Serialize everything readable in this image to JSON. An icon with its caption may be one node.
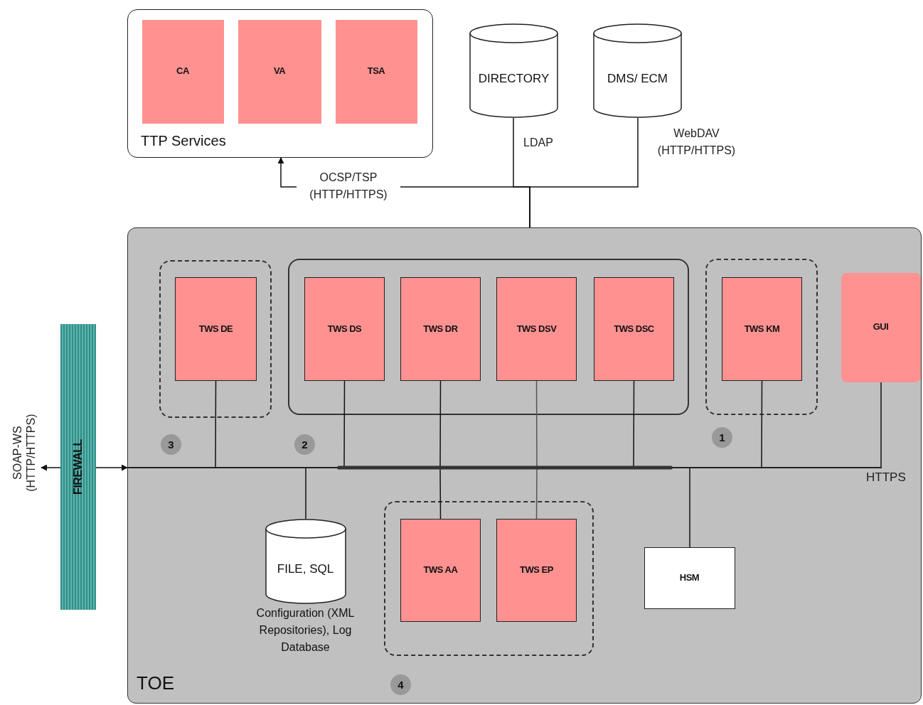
{
  "diagram": {
    "nodes": [
      {
        "text": [
          "TTP Services"
        ]
      },
      {
        "text": [
          "CA"
        ],
        "in": 0
      },
      {
        "text": [
          "VA"
        ],
        "in": 0
      },
      {
        "text": [
          "TSA"
        ],
        "in": 0
      },
      {
        "text": [
          "DIRECTORY"
        ]
      },
      {
        "text": [
          "DMS/ ECM"
        ]
      },
      {
        "text": [
          "TOE"
        ]
      },
      {
        "text": [],
        "shape": "box",
        "in": 6
      },
      {
        "text": [
          "TWS DE"
        ],
        "in": 7
      },
      {
        "text": [],
        "shape": "box",
        "in": 6
      },
      {
        "text": [
          "TWS DS"
        ],
        "in": 9
      },
      {
        "text": [
          "TWS DR"
        ],
        "in": 9
      },
      {
        "text": [
          "TWS DSV"
        ],
        "in": 9
      },
      {
        "text": [
          "TWS DSC"
        ],
        "in": 9
      },
      {
        "text": [],
        "shape": "box",
        "in": 6
      },
      {
        "text": [
          "TWS KM"
        ],
        "in": 14
      },
      {
        "text": [
          "GUI"
        ],
        "in": 6
      },
      {
        "text": [
          "FILE, SQL"
        ],
        "in": 6,
        "beside": [
          "Configuration (XML Repositories), Log Database"
        ]
      },
      {
        "text": [],
        "shape": "box",
        "in": 6
      },
      {
        "text": [
          "TWS AA"
        ],
        "in": 18
      },
      {
        "text": [
          "TWS EP"
        ],
        "in": 18
      },
      {
        "text": [
          "HSM"
        ],
        "in": 6
      },
      {
        "text": [
          "FIREWALL"
        ]
      },
      {
        "text": [],
        "shape": "bar",
        "in": 6
      }
    ],
    "edges": [
      {
        "from": 6,
        "to": 0,
        "arrow": "to",
        "label": "OCSP/TSP (HTTP/HTTPS)"
      },
      {
        "from": 4,
        "to": 6,
        "arrow": "none",
        "label": "LDAP"
      },
      {
        "from": 5,
        "to": 6,
        "arrow": "none",
        "label": "WebDAV (HTTP/HTTPS)"
      },
      {
        "from": 8,
        "to": 23,
        "arrow": "none"
      },
      {
        "from": 10,
        "to": 23,
        "arrow": "none"
      },
      {
        "from": 11,
        "to": 23,
        "arrow": "none"
      },
      {
        "from": 12,
        "to": 23,
        "arrow": "none"
      },
      {
        "from": 13,
        "to": 23,
        "arrow": "none"
      },
      {
        "from": 15,
        "to": 23,
        "arrow": "none"
      },
      {
        "from": 16,
        "to": 23,
        "arrow": "none"
      },
      {
        "from": 17,
        "to": 23,
        "arrow": "none"
      },
      {
        "from": 19,
        "to": 23,
        "arrow": "none"
      },
      {
        "from": 20,
        "to": 23,
        "arrow": "none"
      },
      {
        "from": 21,
        "to": 23,
        "arrow": "none"
      },
      {
        "from": 22,
        "to": 6,
        "arrow": "to"
      },
      {
        "from": 22,
        "to": null,
        "arrow": "to",
        "label": "SOAP-WS (HTTP/HTTPS)"
      }
    ],
    "labels": [
      "3",
      "2",
      "1",
      "HTTPS",
      "4"
    ]
  }
}
